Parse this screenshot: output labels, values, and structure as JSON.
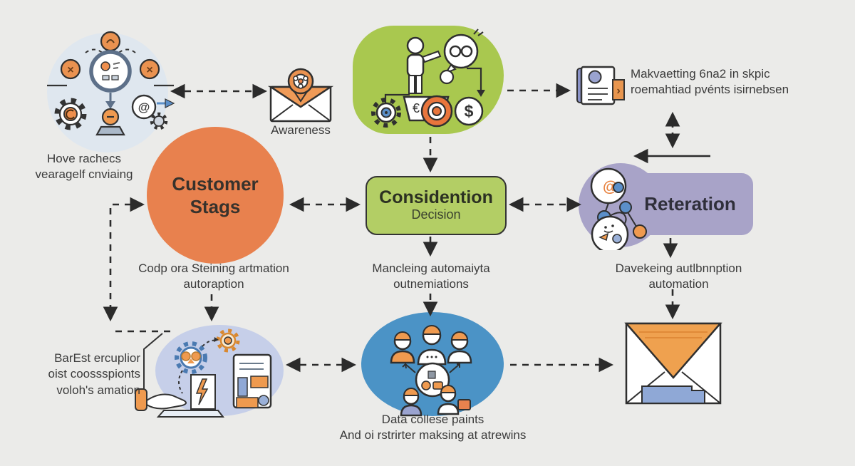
{
  "diagram_type": "marketing-automation customer journey flow diagram",
  "colors": {
    "background": "#EBEBE9",
    "orange_node": "#E8814E",
    "green_blob": "#A9C84F",
    "green_box": "#B3CE65",
    "purple_node": "#A8A3C8",
    "blue_ellipse": "#4B93C6",
    "periwinkle_ellipse": "#C6CFE9",
    "light_blue_blob": "#DFE7EF",
    "envelope_orange": "#EFA14F",
    "letter_blue": "#8FA8D6",
    "arrow": "#2B2B2B"
  },
  "icons": {
    "at_glyph": "@",
    "dollar_glyph": "$",
    "euro_glyph": "€",
    "cross_glyph": "×",
    "chevron_glyph": "›"
  },
  "nodes": {
    "top_left_cluster": {
      "caption_line1": "Hove rachecs",
      "caption_line2": "vearagelf cnviaing"
    },
    "awareness": {
      "label": "Awareness"
    },
    "marketing_note": {
      "line1": "Makvaetting 6na2 in skpic",
      "line2": "roemahtiad pvénts isirnebsen"
    },
    "customer_stage": {
      "line1": "Customer",
      "line2": "Stags"
    },
    "consideration": {
      "title": "Considention",
      "subtitle": "Decision"
    },
    "retention": {
      "title": "Reteration"
    },
    "left_caption": {
      "line1": "Codp ora Steining artmation",
      "line2": "autoraption"
    },
    "center_caption": {
      "line1": "Mancleing automaiyta",
      "line2": "outnemiations"
    },
    "right_caption": {
      "line1": "Davekeing autlbnnption",
      "line2": "automation"
    },
    "bottom_left_caption": {
      "line1": "BarEst ercuplior",
      "line2": "oist coossspionts",
      "line3": "voloh's amation"
    },
    "bottom_center_caption": {
      "line1": "Data collese paints",
      "line2": "And oi rstrirter maksing at atrewins"
    }
  }
}
